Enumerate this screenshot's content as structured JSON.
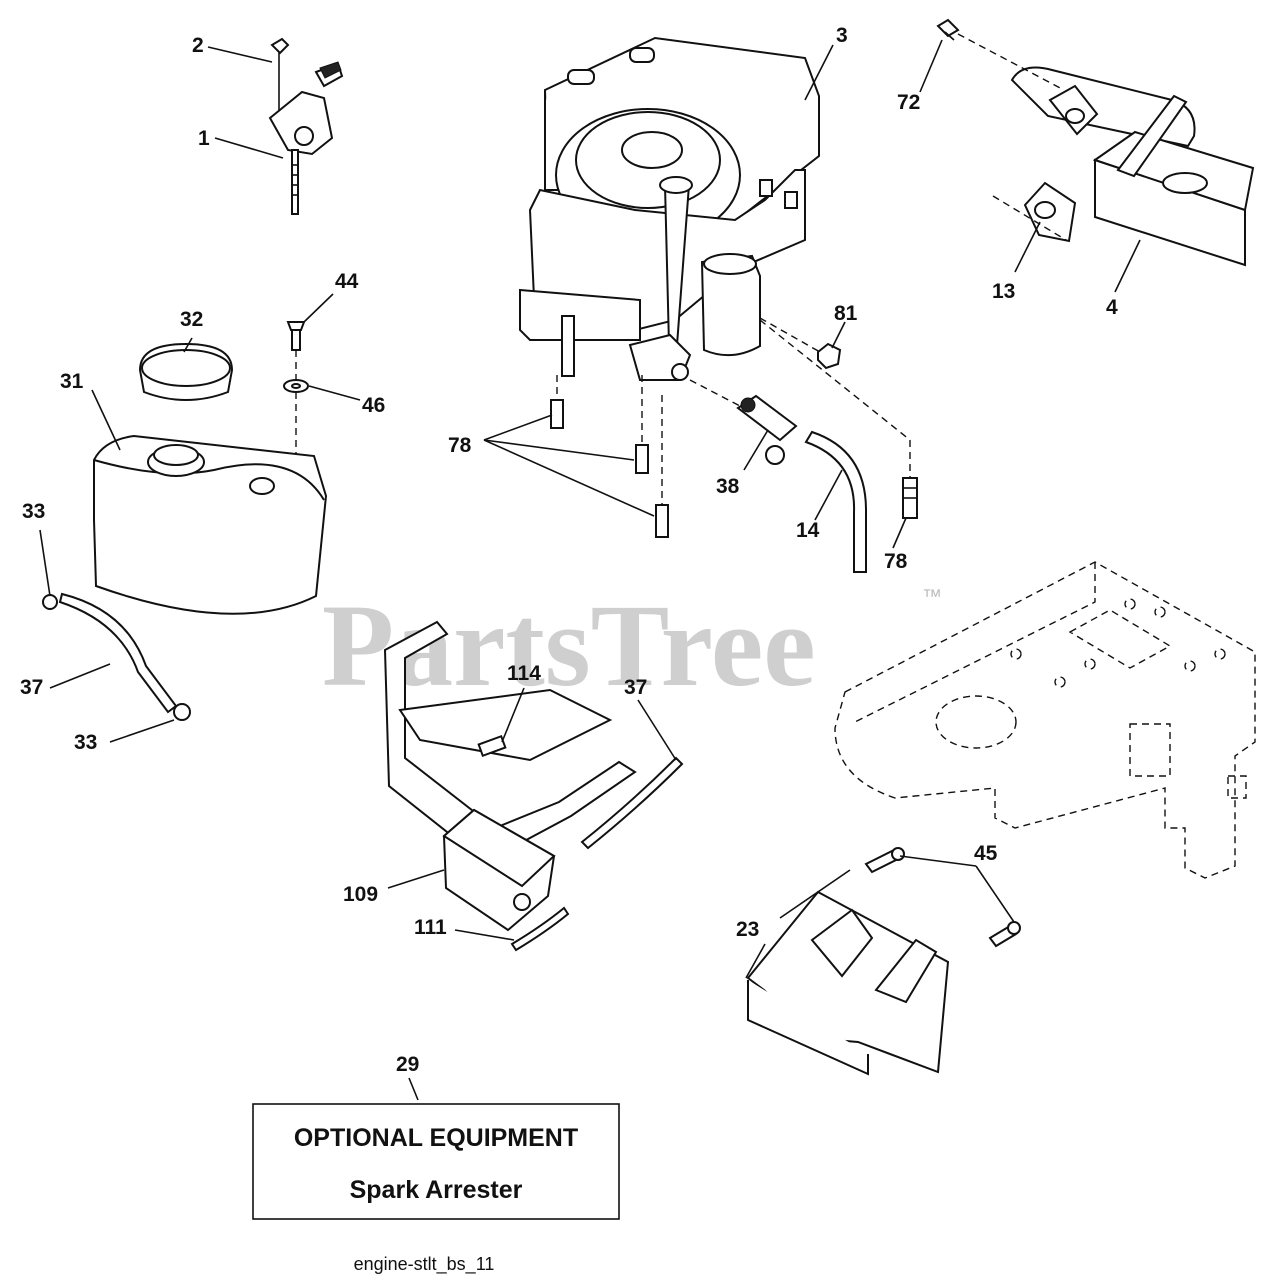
{
  "watermark": {
    "text": "PartsTree",
    "trademark": "™"
  },
  "callouts": {
    "c1": "1",
    "c2": "2",
    "c3": "3",
    "c4": "4",
    "c13": "13",
    "c14": "14",
    "c23": "23",
    "c29": "29",
    "c31": "31",
    "c32": "32",
    "c33a": "33",
    "c33b": "33",
    "c37a": "37",
    "c37b": "37",
    "c38": "38",
    "c44": "44",
    "c45": "45",
    "c46": "46",
    "c72": "72",
    "c78a": "78",
    "c78b": "78",
    "c81": "81",
    "c109": "109",
    "c111": "111",
    "c114": "114"
  },
  "optional_box": {
    "line1": "OPTIONAL EQUIPMENT",
    "line2": "Spark Arrester"
  },
  "caption": "engine-stlt_bs_11"
}
